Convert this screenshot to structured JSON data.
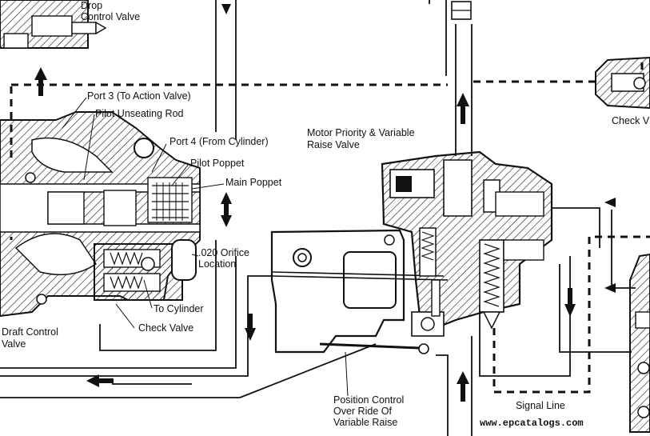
{
  "labels": {
    "drop_control_valve_1": "Drop",
    "drop_control_valve_2": "Control Valve",
    "port3": "Port 3 (To Action Valve)",
    "pilot_unseating_rod": "Pilot Unseating Rod",
    "port4": "Port 4 (From Cylinder)",
    "pilot_poppet": "Pilot Poppet",
    "main_poppet": "Main Poppet",
    "orifice_1": ".020 Orifice",
    "orifice_2": "Location",
    "to_cylinder": "To Cylinder",
    "check_valve": "Check Valve",
    "draft_control_valve_1": "Draft Control",
    "draft_control_valve_2": "Valve",
    "motor_priority_1": "Motor Priority & Variable",
    "motor_priority_2": "Raise Valve",
    "check_valve_right": "Check V",
    "signal_line": "Signal Line",
    "position_control_1": "Position Control",
    "position_control_2": "Over Ride Of",
    "position_control_3": "Variable Raise"
  },
  "watermark": "www.epcatalogs.com",
  "colors": {
    "ink": "#111111",
    "hatch": "#222222",
    "paper": "#ffffff"
  }
}
